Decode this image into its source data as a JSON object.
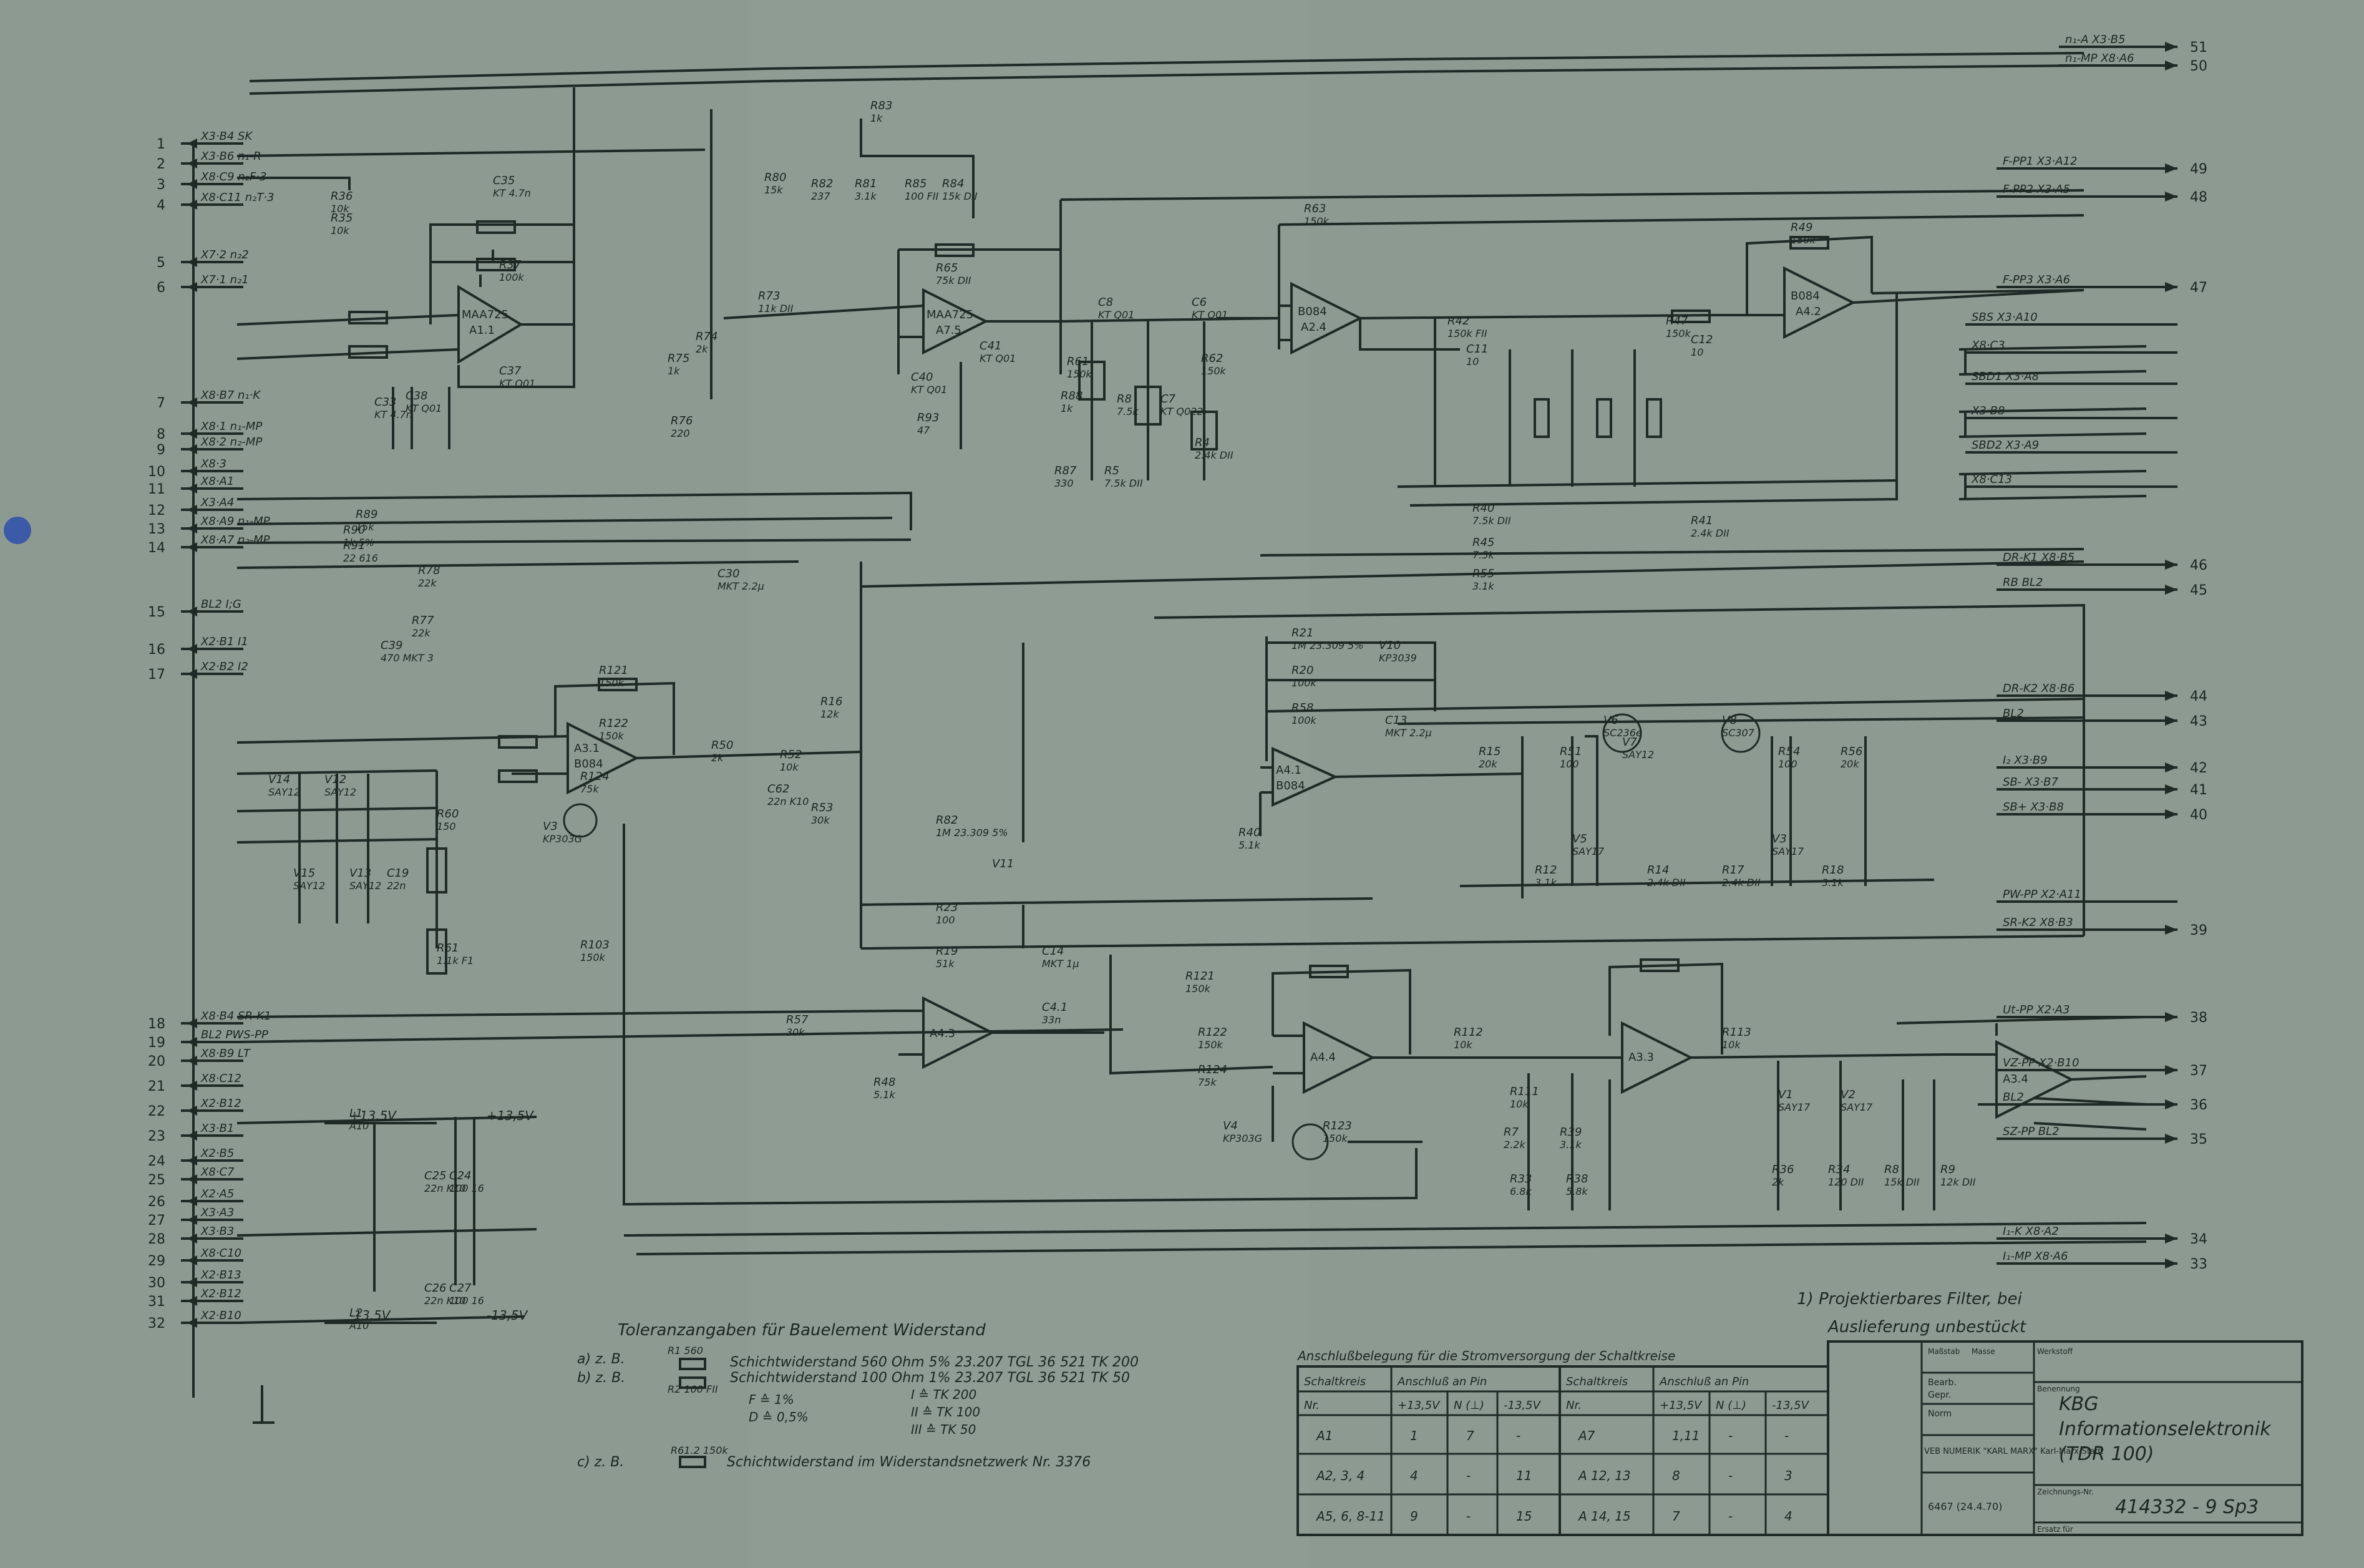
{
  "left_pins": [
    {
      "num": "1",
      "label": "X3·B4 SK"
    },
    {
      "num": "2",
      "label": "X3·B6 n₁-R"
    },
    {
      "num": "3",
      "label": "X8·C9 n₂F·3"
    },
    {
      "num": "4",
      "label": "X8·C11 n₂T·3"
    },
    {
      "num": "5",
      "label": "X7·2 n₂2"
    },
    {
      "num": "6",
      "label": "X7·1 n₂1"
    },
    {
      "num": "7",
      "label": "X8·B7 n₁·K"
    },
    {
      "num": "8",
      "label": "X8·1 n₁-MP"
    },
    {
      "num": "9",
      "label": "X8·2 n₂-MP"
    },
    {
      "num": "10",
      "label": "X8·3"
    },
    {
      "num": "11",
      "label": "X8·A1"
    },
    {
      "num": "12",
      "label": "X3·A4"
    },
    {
      "num": "13",
      "label": "X8·A9 n₁-MP"
    },
    {
      "num": "14",
      "label": "X8·A7 n₂-MP"
    },
    {
      "num": "15",
      "label": "BL2 I;G"
    },
    {
      "num": "16",
      "label": "X2·B1 I1"
    },
    {
      "num": "17",
      "label": "X2·B2 I2"
    },
    {
      "num": "18",
      "label": "X8·B4 SR-K1"
    },
    {
      "num": "19",
      "label": "BL2 PWS-PP"
    },
    {
      "num": "20",
      "label": "X8·B9 LT"
    },
    {
      "num": "21",
      "label": "X8·C12"
    },
    {
      "num": "22",
      "label": "X2·B12"
    },
    {
      "num": "23",
      "label": "X3·B1"
    },
    {
      "num": "24",
      "label": "X2·B5"
    },
    {
      "num": "25",
      "label": "X8·C7"
    },
    {
      "num": "26",
      "label": "X2·A5"
    },
    {
      "num": "27",
      "label": "X3·A3"
    },
    {
      "num": "28",
      "label": "X3·B3"
    },
    {
      "num": "29",
      "label": "X8·C10"
    },
    {
      "num": "30",
      "label": "X2·B13"
    },
    {
      "num": "31",
      "label": "X2·B12"
    },
    {
      "num": "32",
      "label": "X2·B10"
    }
  ],
  "right_pins": [
    {
      "label": "n₁-A X3·B5",
      "num": "51"
    },
    {
      "label": "n₁-MP X8·A6",
      "num": "50"
    },
    {
      "label": "F-PP1 X3·A12",
      "num": "49"
    },
    {
      "label": "F-PP2 X3·A5",
      "num": "48"
    },
    {
      "label": "F-PP3 X3·A6",
      "num": "47"
    },
    {
      "label": "SBS X3·A10",
      "num": ""
    },
    {
      "label": "X8·C3",
      "num": ""
    },
    {
      "label": "SBD1 X3·A8",
      "num": ""
    },
    {
      "label": "X3·B8",
      "num": ""
    },
    {
      "label": "SBD2 X3·A9",
      "num": ""
    },
    {
      "label": "X8·C13",
      "num": ""
    },
    {
      "label": "DR-K1 X8·B5",
      "num": "46"
    },
    {
      "label": "RB BL2",
      "num": "45"
    },
    {
      "label": "DR-K2 X8·B6",
      "num": "44"
    },
    {
      "label": "BL2",
      "num": "43"
    },
    {
      "label": "I₂ X3·B9",
      "num": "42"
    },
    {
      "label": "SB- X3·B7",
      "num": "41"
    },
    {
      "label": "SB+ X3·B8",
      "num": "40"
    },
    {
      "label": "PW-PP X2·A11",
      "num": ""
    },
    {
      "label": "SR-K2 X8·B3",
      "num": "39"
    },
    {
      "label": "Ut-PP X2·A3",
      "num": "38"
    },
    {
      "label": "VZ-PP X2·B10",
      "num": "37"
    },
    {
      "label": "BL2",
      "num": "36"
    },
    {
      "label": "SZ-PP BL2",
      "num": "35"
    },
    {
      "label": "I₁-K X8·A2",
      "num": "34"
    },
    {
      "label": "I₁-MP X8·A6",
      "num": "33"
    }
  ],
  "opamps": [
    {
      "name": "A1.1",
      "part": "MAA725"
    },
    {
      "name": "A7.5",
      "part": "MAA725"
    },
    {
      "name": "A2.4",
      "part": "B084"
    },
    {
      "name": "A4.2",
      "part": "B084"
    },
    {
      "name": "A3.1",
      "part": "B084"
    },
    {
      "name": "A4.1",
      "part": "B084"
    },
    {
      "name": "A4.3",
      "part": ""
    },
    {
      "name": "A4.4",
      "part": ""
    },
    {
      "name": "A3.3",
      "part": ""
    },
    {
      "name": "A3.4",
      "part": ""
    }
  ],
  "components": [
    {
      "ref": "R83",
      "value": "1k"
    },
    {
      "ref": "R80",
      "value": "15k"
    },
    {
      "ref": "R82",
      "value": "237"
    },
    {
      "ref": "R81",
      "value": "3.1k"
    },
    {
      "ref": "R85",
      "value": "100 FII"
    },
    {
      "ref": "R84",
      "value": "15k DII"
    },
    {
      "ref": "R36",
      "value": "10k"
    },
    {
      "ref": "R35",
      "value": "10k"
    },
    {
      "ref": "C35",
      "value": "KT 4.7n"
    },
    {
      "ref": "R37",
      "value": "100k"
    },
    {
      "ref": "C37",
      "value": "KT Q01"
    },
    {
      "ref": "C38",
      "value": "KT Q01"
    },
    {
      "ref": "C33",
      "value": "KT 4.7n"
    },
    {
      "ref": "R73",
      "value": "11k DII"
    },
    {
      "ref": "R74",
      "value": "2k"
    },
    {
      "ref": "R75",
      "value": "1k"
    },
    {
      "ref": "R76",
      "value": "220"
    },
    {
      "ref": "R65",
      "value": "75k DII"
    },
    {
      "ref": "C41",
      "value": "KT Q01"
    },
    {
      "ref": "C40",
      "value": "KT Q01"
    },
    {
      "ref": "R93",
      "value": "47"
    },
    {
      "ref": "R88",
      "value": "1k"
    },
    {
      "ref": "R87",
      "value": "330"
    },
    {
      "ref": "C8",
      "value": "KT Q01"
    },
    {
      "ref": "R61",
      "value": "150k"
    },
    {
      "ref": "R8",
      "value": "7.5k"
    },
    {
      "ref": "R5",
      "value": "7.5k DII"
    },
    {
      "ref": "C6",
      "value": "KT Q01"
    },
    {
      "ref": "R62",
      "value": "150k"
    },
    {
      "ref": "C7",
      "value": "KT Q022"
    },
    {
      "ref": "R4",
      "value": "2.4k DII"
    },
    {
      "ref": "R63",
      "value": "150k"
    },
    {
      "ref": "R42",
      "value": "150k FII"
    },
    {
      "ref": "C11",
      "value": "10"
    },
    {
      "ref": "R47",
      "value": "150k"
    },
    {
      "ref": "C12",
      "value": "10"
    },
    {
      "ref": "R49",
      "value": "150k"
    },
    {
      "ref": "R40",
      "value": "7.5k DII"
    },
    {
      "ref": "R41",
      "value": "2.4k DII"
    },
    {
      "ref": "R45",
      "value": "7.5k"
    },
    {
      "ref": "R55",
      "value": "3.1k"
    },
    {
      "ref": "R89",
      "value": "15k"
    },
    {
      "ref": "R90",
      "value": "1k 5%"
    },
    {
      "ref": "R91",
      "value": "22 616"
    },
    {
      "ref": "R78",
      "value": "22k"
    },
    {
      "ref": "R77",
      "value": "22k"
    },
    {
      "ref": "C39",
      "value": "470 MKT 3"
    },
    {
      "ref": "C30",
      "value": "MKT 2.2μ"
    },
    {
      "ref": "R21",
      "value": "1M 23.309 5%"
    },
    {
      "ref": "V10",
      "value": "KP3039"
    },
    {
      "ref": "R20",
      "value": "100k"
    },
    {
      "ref": "R58",
      "value": "100k"
    },
    {
      "ref": "C13",
      "value": "MKT 2.2μ"
    },
    {
      "ref": "R16",
      "value": "12k"
    },
    {
      "ref": "R52",
      "value": "10k"
    },
    {
      "ref": "R50",
      "value": "2k"
    },
    {
      "ref": "C62",
      "value": "22n K10"
    },
    {
      "ref": "R53",
      "value": "30k"
    },
    {
      "ref": "R121",
      "value": "150k"
    },
    {
      "ref": "R122",
      "value": "150k"
    },
    {
      "ref": "R124",
      "value": "75k"
    },
    {
      "ref": "V3",
      "value": "KP303G"
    },
    {
      "ref": "R103",
      "value": "150k"
    },
    {
      "ref": "R60",
      "value": "150"
    },
    {
      "ref": "R61",
      "value": "1.1k F1"
    },
    {
      "ref": "V14",
      "value": "SAY12"
    },
    {
      "ref": "V12",
      "value": "SAY12"
    },
    {
      "ref": "V15",
      "value": "SAY12"
    },
    {
      "ref": "V13",
      "value": "SAY12"
    },
    {
      "ref": "C19",
      "value": "22n"
    },
    {
      "ref": "R82",
      "value": "1M 23.309 5%"
    },
    {
      "ref": "V11",
      "value": ""
    },
    {
      "ref": "R23",
      "value": "100"
    },
    {
      "ref": "R19",
      "value": "51k"
    },
    {
      "ref": "C14",
      "value": "MKT 1μ"
    },
    {
      "ref": "C4.1",
      "value": "33n"
    },
    {
      "ref": "R57",
      "value": "30k"
    },
    {
      "ref": "R48",
      "value": "5.1k"
    },
    {
      "ref": "R40",
      "value": "5.1k"
    },
    {
      "ref": "R15",
      "value": "20k"
    },
    {
      "ref": "R51",
      "value": "100"
    },
    {
      "ref": "V6",
      "value": "SC236e"
    },
    {
      "ref": "V7",
      "value": "SAY12"
    },
    {
      "ref": "V8",
      "value": "SC307"
    },
    {
      "ref": "R54",
      "value": "100"
    },
    {
      "ref": "R56",
      "value": "20k"
    },
    {
      "ref": "V5",
      "value": "SAY17"
    },
    {
      "ref": "V3",
      "value": "SAY17"
    },
    {
      "ref": "R12",
      "value": "3.1k"
    },
    {
      "ref": "R14",
      "value": "2.4k DII"
    },
    {
      "ref": "R17",
      "value": "2.4k DII"
    },
    {
      "ref": "R18",
      "value": "3.1k"
    },
    {
      "ref": "R121",
      "value": "150k"
    },
    {
      "ref": "R122",
      "value": "150k"
    },
    {
      "ref": "R124",
      "value": "75k"
    },
    {
      "ref": "V4",
      "value": "KP303G"
    },
    {
      "ref": "R123",
      "value": "150k"
    },
    {
      "ref": "R112",
      "value": "10k"
    },
    {
      "ref": "R111",
      "value": "10k"
    },
    {
      "ref": "R7",
      "value": "2.2k"
    },
    {
      "ref": "R39",
      "value": "3.1k"
    },
    {
      "ref": "R33",
      "value": "6.8k"
    },
    {
      "ref": "R38",
      "value": "5.8k"
    },
    {
      "ref": "R113",
      "value": "10k"
    },
    {
      "ref": "V1",
      "value": "SAY17"
    },
    {
      "ref": "V2",
      "value": "SAY17"
    },
    {
      "ref": "R36",
      "value": "2k"
    },
    {
      "ref": "R34",
      "value": "120 DII"
    },
    {
      "ref": "R8",
      "value": "15k DII"
    },
    {
      "ref": "R9",
      "value": "12k DII"
    },
    {
      "ref": "L1",
      "value": "A10"
    },
    {
      "ref": "L2",
      "value": "A10"
    },
    {
      "ref": "C25",
      "value": "22n K10"
    },
    {
      "ref": "C24",
      "value": "100 16"
    },
    {
      "ref": "C26",
      "value": "22n K10"
    },
    {
      "ref": "C27",
      "value": "100 16"
    }
  ],
  "supply_labels": [
    "+13,5V",
    "+13,5V",
    "-13,5V",
    "-13,5V"
  ],
  "footnote": {
    "line1": "1) Projektierbares Filter, bei",
    "line2": "Auslieferung unbestückt"
  },
  "tolerance": {
    "title": "Toleranzangaben für Bauelement Widerstand",
    "a_prefix": "a) z. B.",
    "a_symbol": "R1 560",
    "a_text": "Schichtwiderstand 560 Ohm   5%  23.207  TGL 36 521  TK 200",
    "b_prefix": "b) z. B.",
    "b_symbol": "R2 100 FII",
    "b_text": "Schichtwiderstand 100 Ohm   1%  23.207  TGL 36 521  TK 50",
    "legend": [
      "F ≙ 1%",
      "D ≙ 0,5%",
      "I ≙ TK 200",
      "II ≙ TK 100",
      "III ≙ TK 50"
    ],
    "c_prefix": "c) z. B.",
    "c_symbol": "R61.2 150k",
    "c_text": "Schichtwiderstand im Widerstandsnetzwerk Nr. 3376"
  },
  "supply_table": {
    "title": "Anschlußbelegung für die Stromversorgung der Schaltkreise",
    "headers": [
      "Schaltkreis",
      "Anschluß an Pin",
      "",
      "",
      "Schaltkreis",
      "Anschluß an Pin",
      "",
      ""
    ],
    "subheaders": [
      "Nr.",
      "+13,5V",
      "N (⊥)",
      "-13,5V",
      "Nr.",
      "+13,5V",
      "N (⊥)",
      "-13,5V"
    ],
    "rows": [
      [
        "A1",
        "1",
        "7",
        "-",
        "A7",
        "1,11",
        "-",
        "-"
      ],
      [
        "A2, 3, 4",
        "4",
        "-",
        "11",
        "A 12, 13",
        "8",
        "-",
        "3"
      ],
      [
        "A5, 6, 8-11",
        "9",
        "-",
        "15",
        "A 14, 15",
        "7",
        "-",
        "4"
      ]
    ]
  },
  "title_block": {
    "company": "VEB NUMERIK \"KARL MARX\" Karl-Marx-Stadt",
    "client": "KBG",
    "title_line1": "Informationselektronik",
    "title_line2": "(TDR 100)",
    "drawing_no": "414332 - 9  Sp3",
    "labels": [
      "Maßstab",
      "Masse",
      "Werkstoff",
      "Benennung",
      "Zeichnungs-Nr.",
      "Ersatz für"
    ],
    "small_rows": [
      "Bearb.",
      "Gepr.",
      "Norm"
    ],
    "stamp": "6467 (24.4.70)"
  },
  "colors": {
    "paper": "#8d9a92",
    "ink": "#1f2a26"
  }
}
